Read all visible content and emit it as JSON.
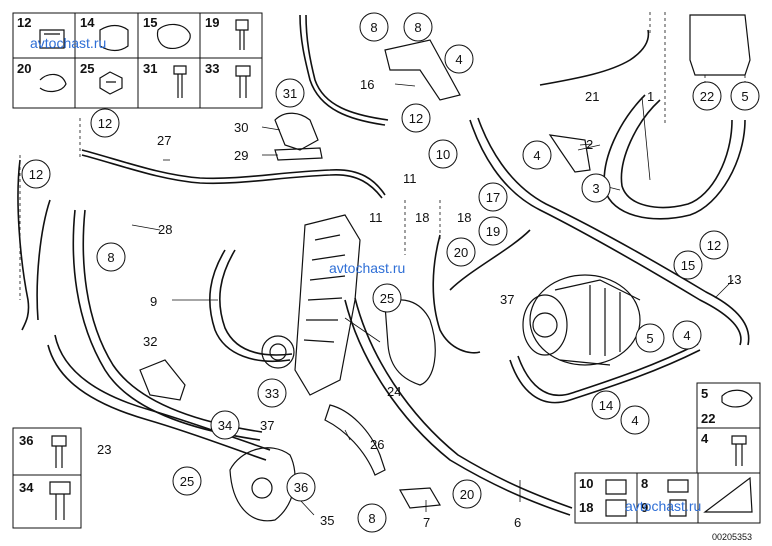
{
  "watermark": "avtochast.ru",
  "diagram_id": "00205353",
  "inset_tl": [
    "12",
    "14",
    "15",
    "19",
    "20",
    "25",
    "31",
    "33"
  ],
  "inset_br": [
    "5",
    "22",
    "4",
    "10",
    "18",
    "8",
    "9"
  ],
  "inset_bl": [
    "36",
    "34"
  ],
  "callouts": {
    "c1": "1",
    "c2": "2",
    "c3": "3",
    "c4a": "4",
    "c4b": "4",
    "c4c": "4",
    "c4d": "4",
    "c5a": "5",
    "c5b": "5",
    "c6": "6",
    "c7": "7",
    "c8a": "8",
    "c8b": "8",
    "c8c": "8",
    "c8d": "8",
    "c9": "9",
    "c10": "10",
    "c11a": "11",
    "c11b": "11",
    "c12a": "12",
    "c12b": "12",
    "c12c": "12",
    "c12d": "12",
    "c13": "13",
    "c14": "14",
    "c15": "15",
    "c16": "16",
    "c17": "17",
    "c18a": "18",
    "c18b": "18",
    "c19": "19",
    "c20a": "20",
    "c20b": "20",
    "c21": "21",
    "c22": "22",
    "c23": "23",
    "c24": "24",
    "c25a": "25",
    "c25b": "25",
    "c26": "26",
    "c27": "27",
    "c28": "28",
    "c29": "29",
    "c30": "30",
    "c31": "31",
    "c32": "32",
    "c33": "33",
    "c34": "34",
    "c35": "35",
    "c36": "36",
    "c37a": "37",
    "c37b": "37"
  }
}
